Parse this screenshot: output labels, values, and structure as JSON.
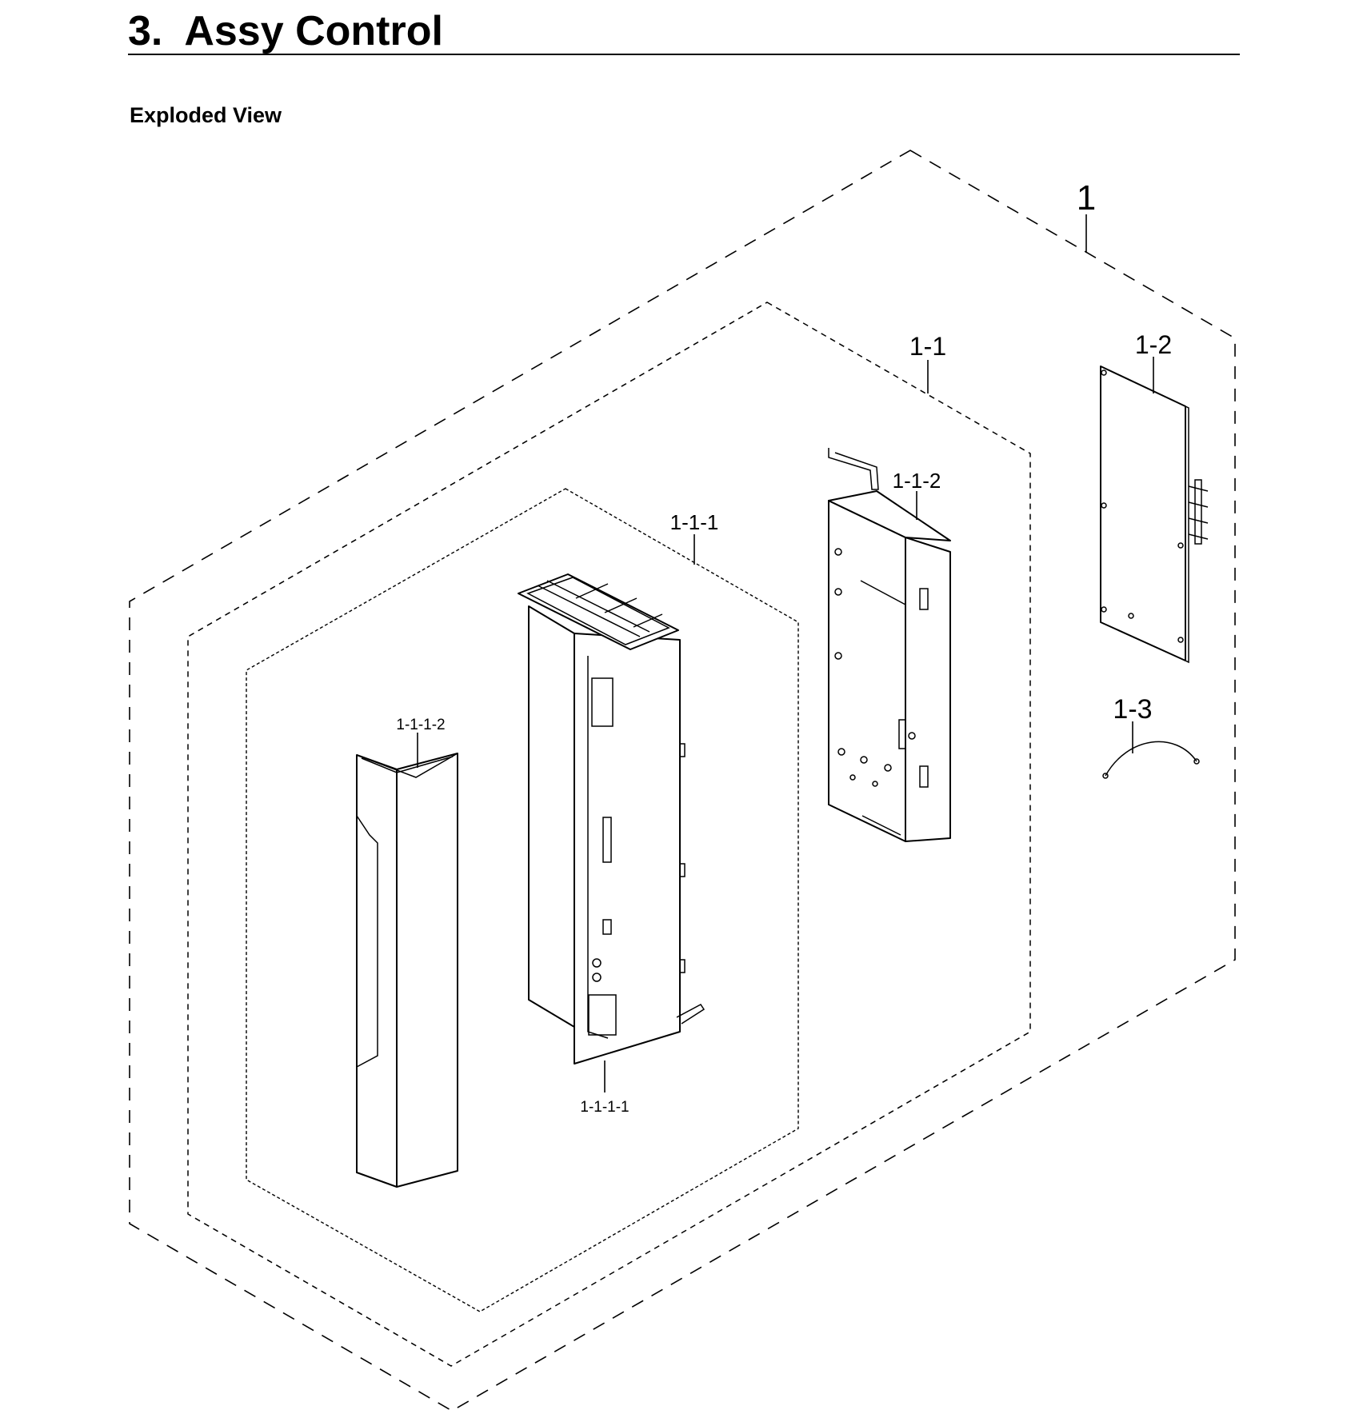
{
  "header": {
    "title": "3.  Assy Control"
  },
  "section": {
    "label": "Exploded View"
  },
  "diagram": {
    "callouts": {
      "assy_1": "1",
      "assy_1_1": "1-1",
      "part_1_2": "1-2",
      "part_1_3": "1-3",
      "part_1_1_1": "1-1-1",
      "part_1_1_2": "1-1-2",
      "part_1_1_1_1": "1-1-1-1",
      "part_1_1_1_2": "1-1-1-2"
    }
  }
}
